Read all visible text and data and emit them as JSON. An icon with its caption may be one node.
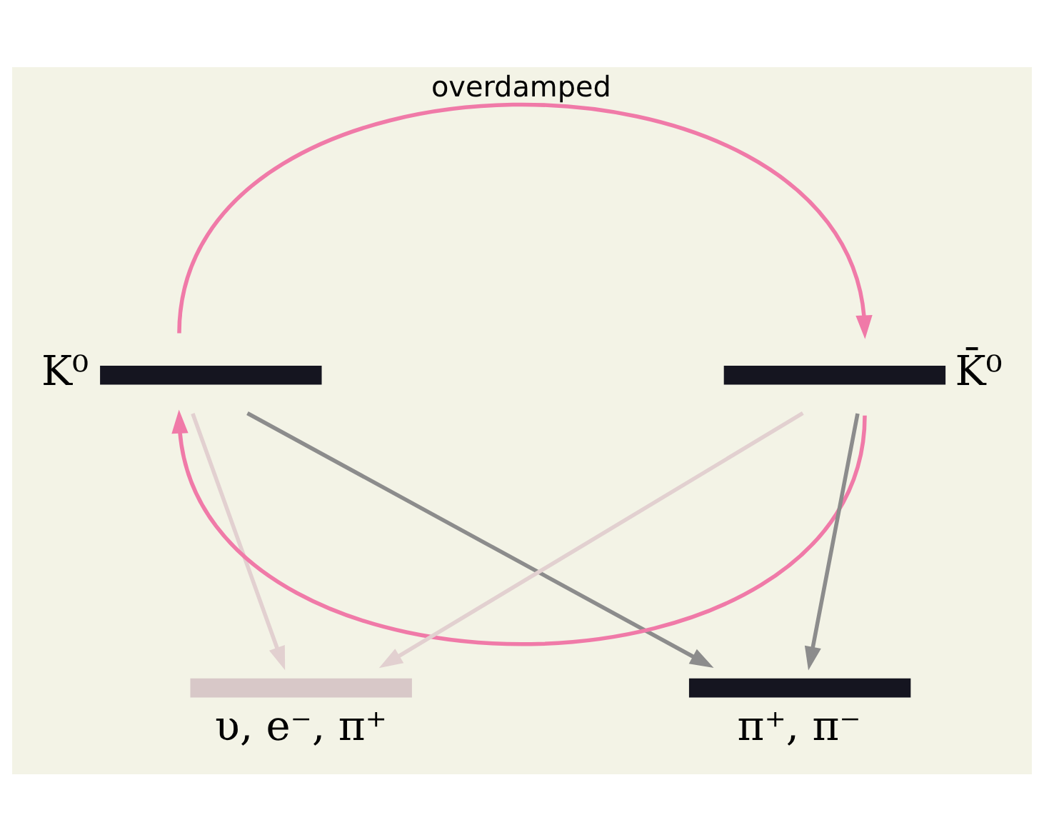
{
  "diagram": {
    "nodes": [
      {
        "text": [
          "K⁰"
        ]
      },
      {
        "text": [
          "K̄⁰"
        ]
      },
      {
        "text": [
          "υ, e⁻, π⁺"
        ]
      },
      {
        "text": [
          "π⁺, π⁻"
        ]
      }
    ],
    "edges": [
      {
        "from": 0,
        "to": 1,
        "arrow": "to",
        "label": "overdamped",
        "color": "#f07aa8"
      },
      {
        "from": 1,
        "to": 0,
        "arrow": "to",
        "color": "#f07aa8"
      },
      {
        "from": 0,
        "to": 3,
        "arrow": "to",
        "color": "#8c8c8c"
      },
      {
        "from": 1,
        "to": 3,
        "arrow": "to",
        "color": "#8c8c8c"
      },
      {
        "from": 0,
        "to": 2,
        "arrow": "to",
        "color": "#e2d0d0"
      },
      {
        "from": 1,
        "to": 2,
        "arrow": "to",
        "color": "#e2d0d0"
      }
    ]
  }
}
